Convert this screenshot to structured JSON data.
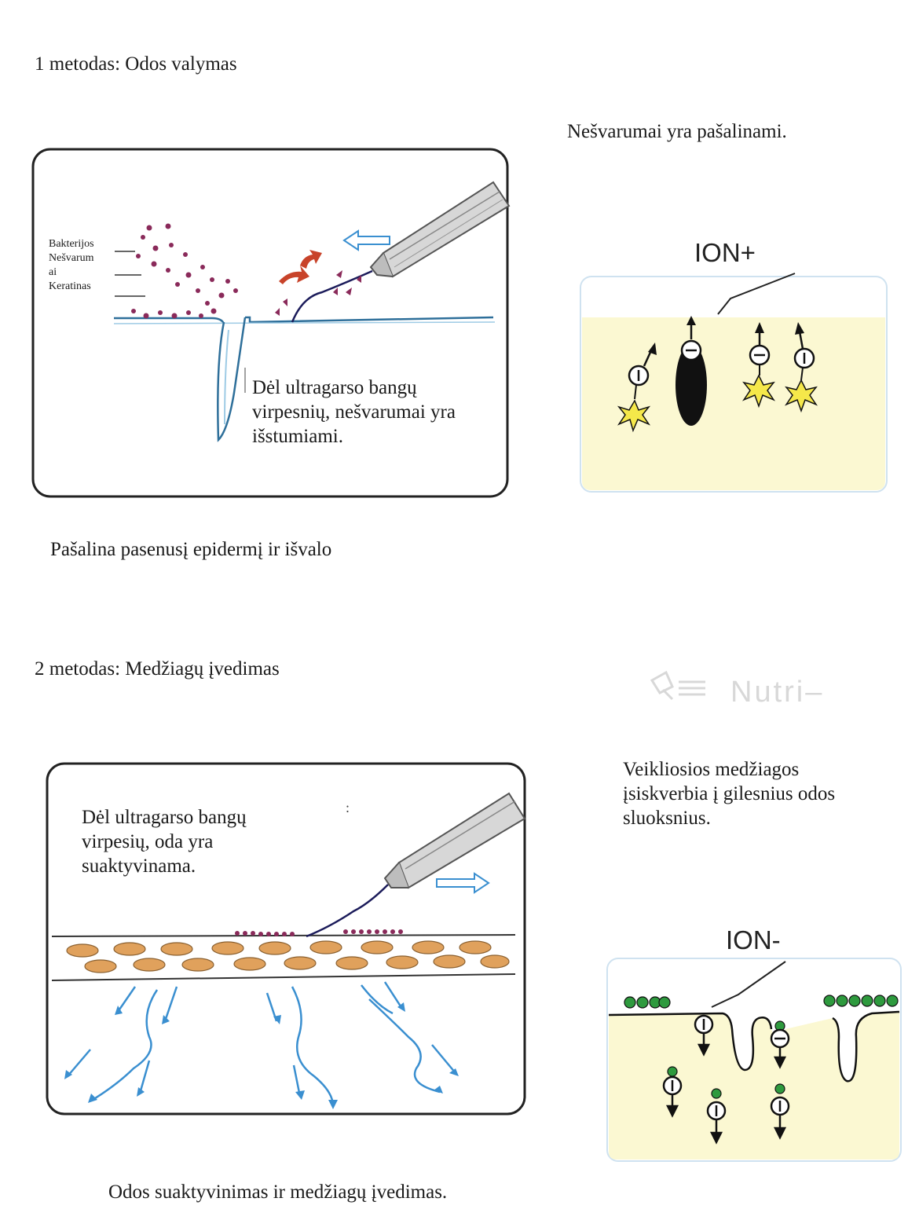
{
  "method1": {
    "heading": "1 metodas: Odos valymas",
    "layer_labels": [
      "Bakterijos",
      "Nešvarum",
      "ai",
      "Keratinas"
    ],
    "panel_caption": [
      "Dėl ultragarso bangų",
      "virpesnių, nešvarumai yra",
      "išstumiami."
    ],
    "result": "Nešvarumai yra pašalinami.",
    "ion_label": "ION+",
    "footer": "Pašalina pasenusį epidermį ir išvalo"
  },
  "method2": {
    "heading": "2 metodas: Medžiagų įvedimas",
    "logo_text": "Nutri–",
    "panel_caption": [
      "Dėl ultragarso bangų",
      "virpesių, oda yra",
      "suaktyvinama."
    ],
    "result": [
      "Veikliosios medžiagos",
      "įsiskverbia į gilesnius odos",
      "sluoksnius."
    ],
    "ion_label": "ION-",
    "footer": "Odos suaktyvinimas ir medžiagų įvedimas."
  },
  "colors": {
    "skin_line": "#2e6f9a",
    "arrow_blue": "#3a8fd0",
    "dot_purple": "#8a2a5a",
    "red_arrow": "#c8432a",
    "yellow_fill": "#fbf8d2",
    "green_dot": "#2e9a3e",
    "cell_orange": "#e0a15c"
  }
}
